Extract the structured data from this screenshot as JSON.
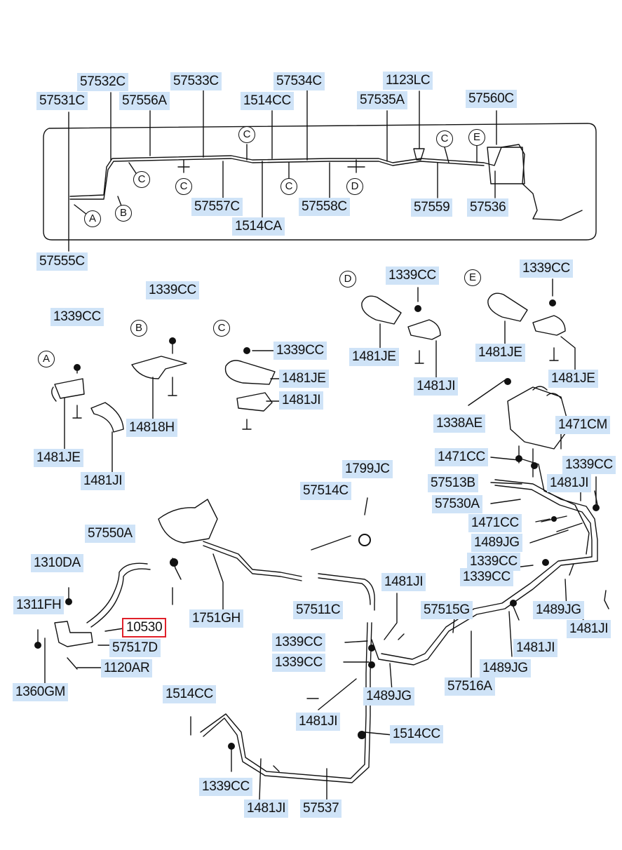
{
  "part_labels": {
    "p57532c": "57532C",
    "p57533c": "57533C",
    "p57534c": "57534C",
    "p1123lc": "1123LC",
    "p57531c": "57531C",
    "p57556a": "57556A",
    "p1514cc_top": "1514CC",
    "p57535a": "57535A",
    "p57560c": "57560C",
    "p57557c": "57557C",
    "p57558c": "57558C",
    "p57559": "57559",
    "p57536": "57536",
    "p1514ca": "1514CA",
    "p57555c": "57555C",
    "p1339cc_a": "1339CC",
    "p1339cc_b": "1339CC",
    "p1339cc_c": "1339CC",
    "p1339cc_d": "1339CC",
    "p1339cc_e": "1339CC",
    "p1481je_a": "1481JE",
    "p1481ji_a": "1481JI",
    "p14818h": "14818H",
    "p1481je_c": "1481JE",
    "p1481ji_c": "1481JI",
    "p1481je_d": "1481JE",
    "p1481ji_d": "1481JI",
    "p1481je_e1": "1481JE",
    "p1481je_e2": "1481JE",
    "p1338ae": "1338AE",
    "p1471cm": "1471CM",
    "p1471cc_1": "1471CC",
    "p1339cc_r1": "1339CC",
    "p57513b": "57513B",
    "p1481ji_r1": "1481JI",
    "p57530a": "57530A",
    "p1471cc_2": "1471CC",
    "p1489jg_1": "1489JG",
    "p1339cc_r2": "1339CC",
    "p1339cc_r3": "1339CC",
    "p1489jg_2": "1489JG",
    "p1481ji_r2": "1481JI",
    "p57514c": "57514C",
    "p1799jc": "1799JC",
    "p57550a": "57550A",
    "p1310da": "1310DA",
    "p1311fh": "1311FH",
    "p1751gh": "1751GH",
    "p57511c": "57511C",
    "p1481ji_m1": "1481JI",
    "p57515g": "57515G",
    "p10530": "10530",
    "p57517d": "57517D",
    "p1120ar": "1120AR",
    "p1360gm": "1360GM",
    "p1339cc_m1": "1339CC",
    "p1339cc_m2": "1339CC",
    "p1481ji_m2": "1481JI",
    "p1489jg_3": "1489JG",
    "p57516a": "57516A",
    "p1489jg_4": "1489JG",
    "p1514cc_b1": "1514CC",
    "p1481ji_b1": "1481JI",
    "p1514cc_b2": "1514CC",
    "p1339cc_b3": "1339CC",
    "p1481ji_b2": "1481JI",
    "p57537": "57537"
  },
  "detail_markers": {
    "A": "A",
    "B": "B",
    "C": "C",
    "D": "D",
    "E": "E"
  },
  "selected_part": "10530"
}
